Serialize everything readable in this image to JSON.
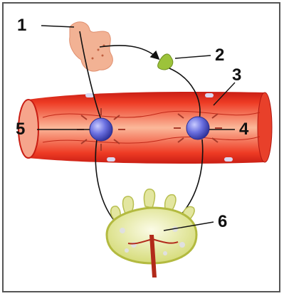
{
  "labels": [
    {
      "id": "1",
      "text": "1"
    },
    {
      "id": "2",
      "text": "2"
    },
    {
      "id": "3",
      "text": "3"
    },
    {
      "id": "4",
      "text": "4"
    },
    {
      "id": "5",
      "text": "5"
    },
    {
      "id": "6",
      "text": "6"
    }
  ],
  "colors": {
    "vessel_outer": "#e8402a",
    "vessel_inner": "#f8b59a",
    "cell": "#5a5fd6",
    "gland_tissue": "#f0f2c8",
    "gland_rim": "#c8cf5a",
    "receptor_arrow": "#a83a2a",
    "lines": "#111111"
  },
  "icons": [
    "neuron-body-icon",
    "nerve-ending-icon",
    "cell-icon",
    "gland-icon"
  ]
}
